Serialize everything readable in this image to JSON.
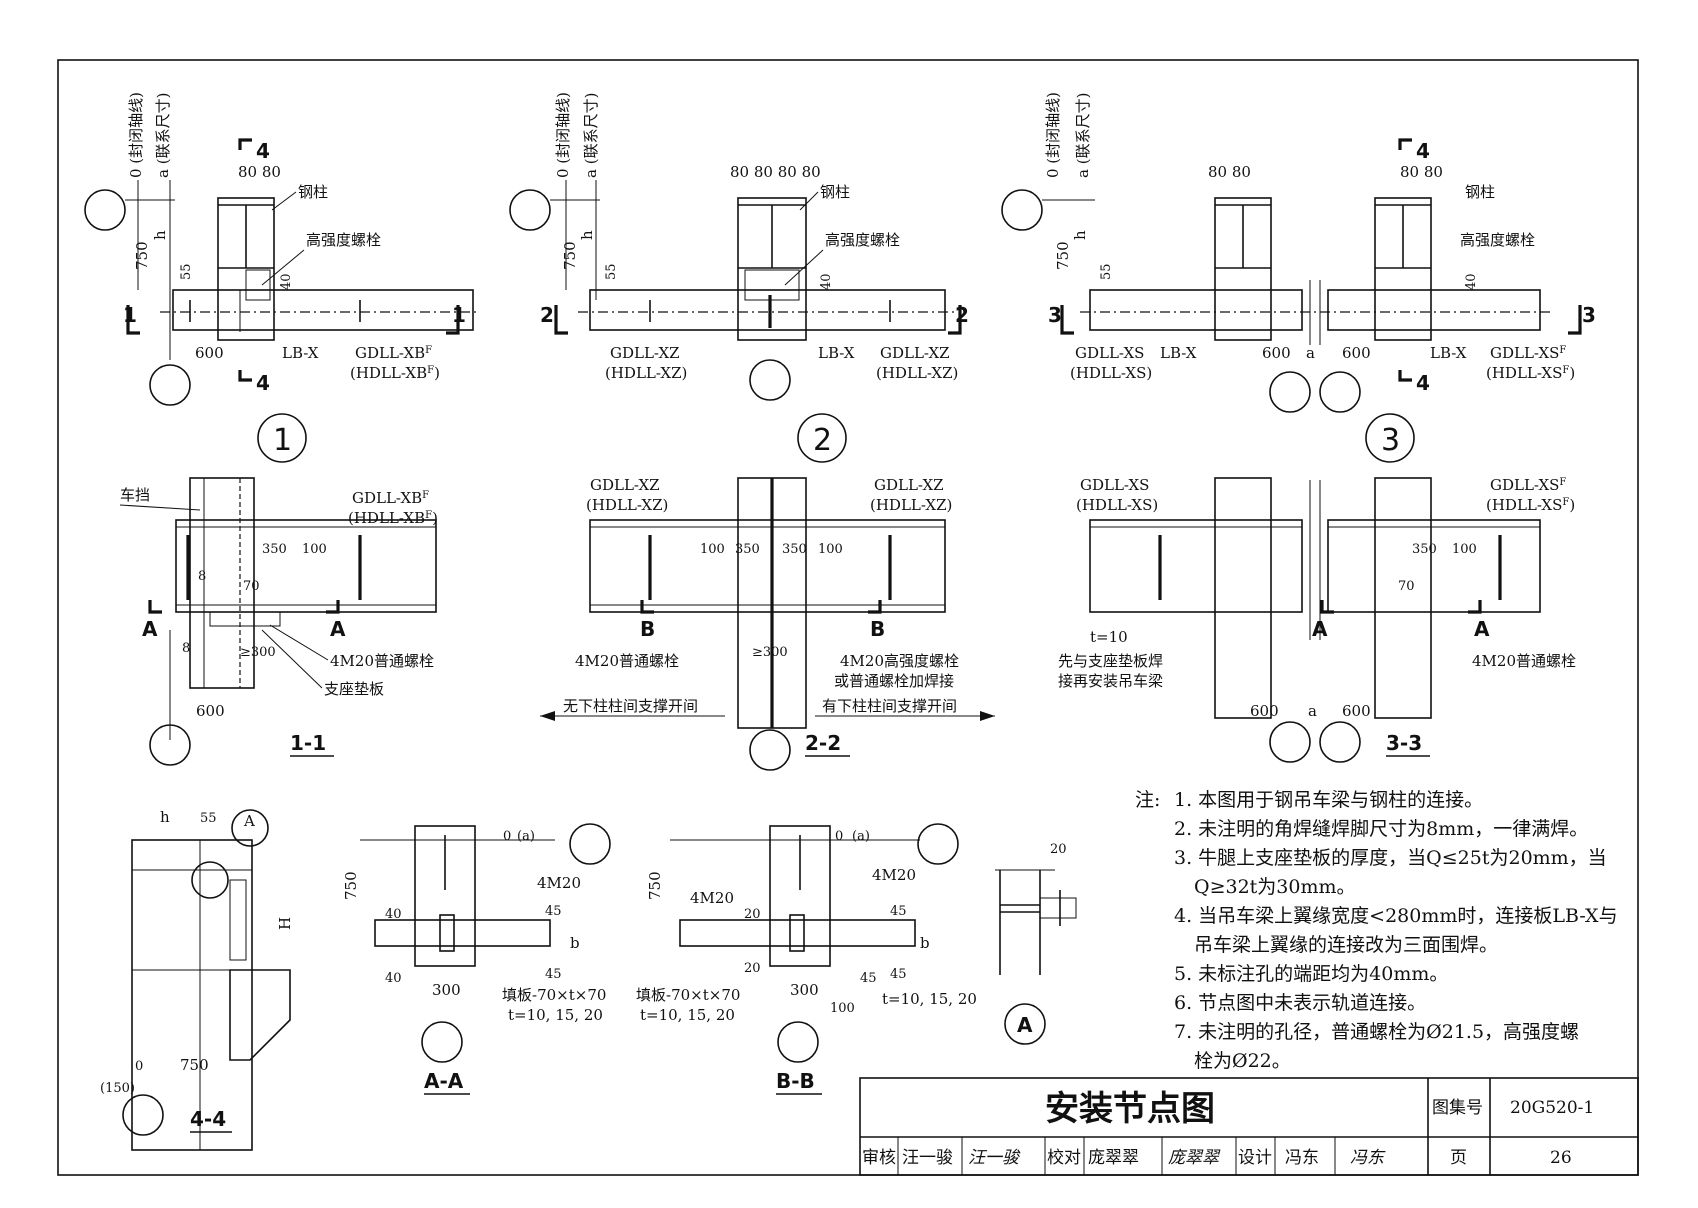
{
  "axis": {
    "closed": "0 (封闭轴线)",
    "tie": "a (联系尺寸)"
  },
  "labels": {
    "steel_column": "钢柱",
    "hs_bolt": "高强度螺栓",
    "lbx": "LB-X",
    "d750": "750",
    "d600": "600",
    "d55": "55",
    "d40": "40",
    "d8080": "80 80",
    "d80808080": "80 80 80 80",
    "hc": "h",
    "ac": "a",
    "d350": "350",
    "d100": "100",
    "d70": "70",
    "d8": "8",
    "d300": "≥300",
    "t10": "t=10",
    "stopper": "车挡",
    "m20": "4M20普通螺栓",
    "m20hs": "4M20高强度螺栓",
    "m20hs2": "或普通螺栓加焊接",
    "pad": "支座垫板",
    "pre_weld1": "先与支座垫板焊",
    "pre_weld2": "接再安装吊车梁",
    "no_brace": "无下柱柱间支撑开间",
    "has_brace": "有下柱柱间支撑开间",
    "m20_short": "4M20",
    "filler": "填板-70×t×70",
    "t_vals": "t=10, 15, 20",
    "d45": "45",
    "d20": "20",
    "b2": "b",
    "H": "H",
    "d150": "(150)",
    "d0": "0",
    "d_a": "(a)",
    "d300_plain": "300"
  },
  "members": {
    "xb": "GDLL-XB",
    "hxb": "(HDLL-XB",
    "xz": "GDLL-XZ",
    "hxz": "(HDLL-XZ)",
    "xs": "GDLL-XS",
    "hxs": "(HDLL-XS)",
    "hxs2": "(HDLL-XS",
    "sup_f": "F",
    "close_paren": ")"
  },
  "details": {
    "d1": "1",
    "d2": "2",
    "d3": "3"
  },
  "section_marks": {
    "s1": "1",
    "s2": "2",
    "s3": "3",
    "s4": "4",
    "sA": "A",
    "sB": "B"
  },
  "sections": {
    "s11": "1-1",
    "s22": "2-2",
    "s33": "3-3",
    "s44": "4-4",
    "sAA": "A-A",
    "sBB": "B-B",
    "detailA": "A"
  },
  "notes": {
    "head": "注:",
    "items": [
      "1. 本图用于钢吊车梁与钢柱的连接。",
      "2. 未注明的角焊缝焊脚尺寸为8mm，一律满焊。",
      "3. 牛腿上支座垫板的厚度，当Q≤25t为20mm，当",
      "Q≥32t为30mm。",
      "4. 当吊车梁上翼缘宽度<280mm时，连接板LB-X与",
      "吊车梁上翼缘的连接改为三面围焊。",
      "5. 未标注孔的端距均为40mm。",
      "6. 节点图中未表示轨道连接。",
      "7. 未注明的孔径，普通螺栓为Ø21.5，高强度螺",
      "栓为Ø22。"
    ]
  },
  "titleblock": {
    "title": "安装节点图",
    "atlas_label": "图集号",
    "atlas_no": "20G520-1",
    "review": "审核",
    "reviewer": "汪一骏",
    "reviewer_sig": "汪一骏",
    "check": "校对",
    "checker": "庞翠翠",
    "checker_sig": "庞翠翠",
    "design": "设计",
    "designer": "冯东",
    "designer_sig": "冯东",
    "page_label": "页",
    "page_no": "26"
  }
}
